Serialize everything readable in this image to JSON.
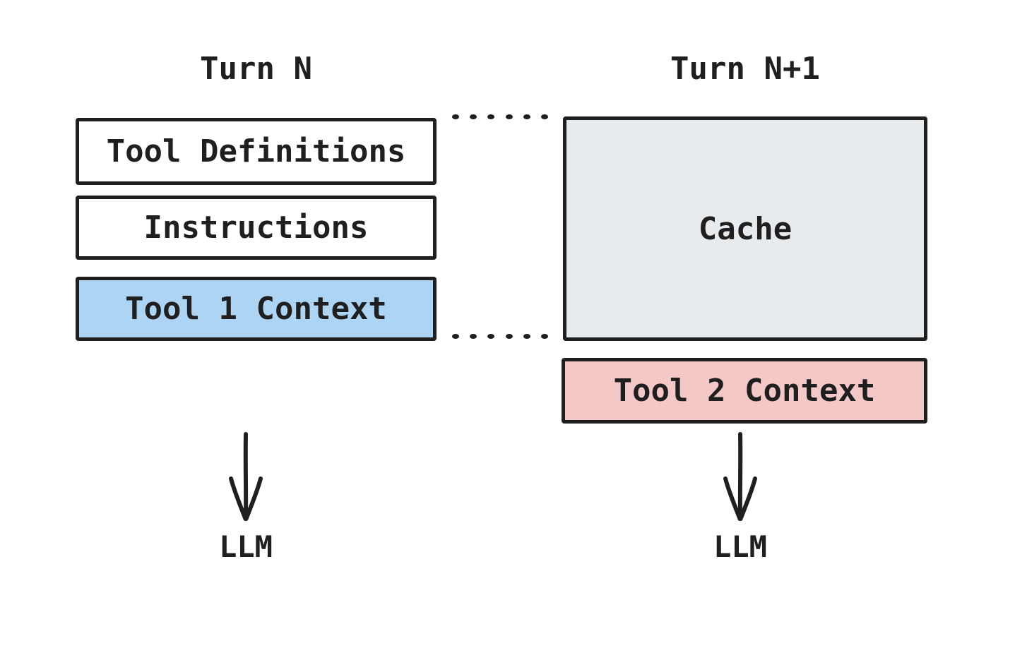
{
  "diagram": {
    "left_column": {
      "title": "Turn N",
      "box_tool_definitions": "Tool Definitions",
      "box_instructions": "Instructions",
      "box_tool1_context": "Tool 1 Context",
      "llm_label": "LLM"
    },
    "right_column": {
      "title": "Turn N+1",
      "box_cache": "Cache",
      "box_tool2_context": "Tool 2 Context",
      "llm_label": "LLM"
    },
    "colors": {
      "ink": "#1f1f1f",
      "tool1_context_fill": "#aed4f4",
      "tool2_context_fill": "#f5c8c8",
      "cache_fill": "#e8ebed",
      "background": "#ffffff"
    }
  }
}
